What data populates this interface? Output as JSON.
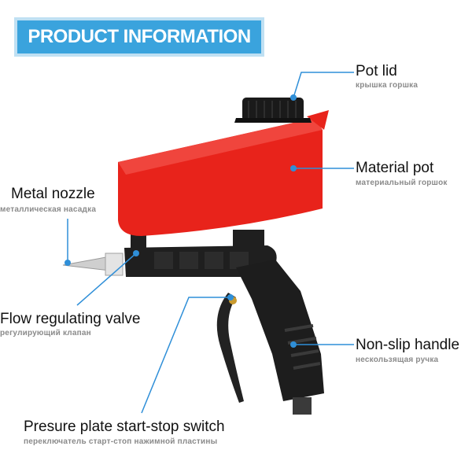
{
  "banner": {
    "title": "PRODUCT INFORMATION"
  },
  "callouts": {
    "pot_lid": {
      "label": "Pot lid",
      "sub": "крышка горшка"
    },
    "material_pot": {
      "label": "Material pot",
      "sub": "материальный горшок"
    },
    "metal_nozzle": {
      "label": "Metal nozzle",
      "sub": "металлическая насадка"
    },
    "flow_valve": {
      "label": "Flow regulating valve",
      "sub": "регулирующий клапан"
    },
    "handle": {
      "label": "Non-slip handle",
      "sub": "нескользящая ручка"
    },
    "switch": {
      "label": "Presure plate start-stop switch",
      "sub": "переключатель старт-стоп нажимной пластины"
    }
  },
  "colors": {
    "accent": "#3aa3dd",
    "pot": "#e8231b",
    "body": "#1c1c1c",
    "line": "#2f8fd8"
  }
}
